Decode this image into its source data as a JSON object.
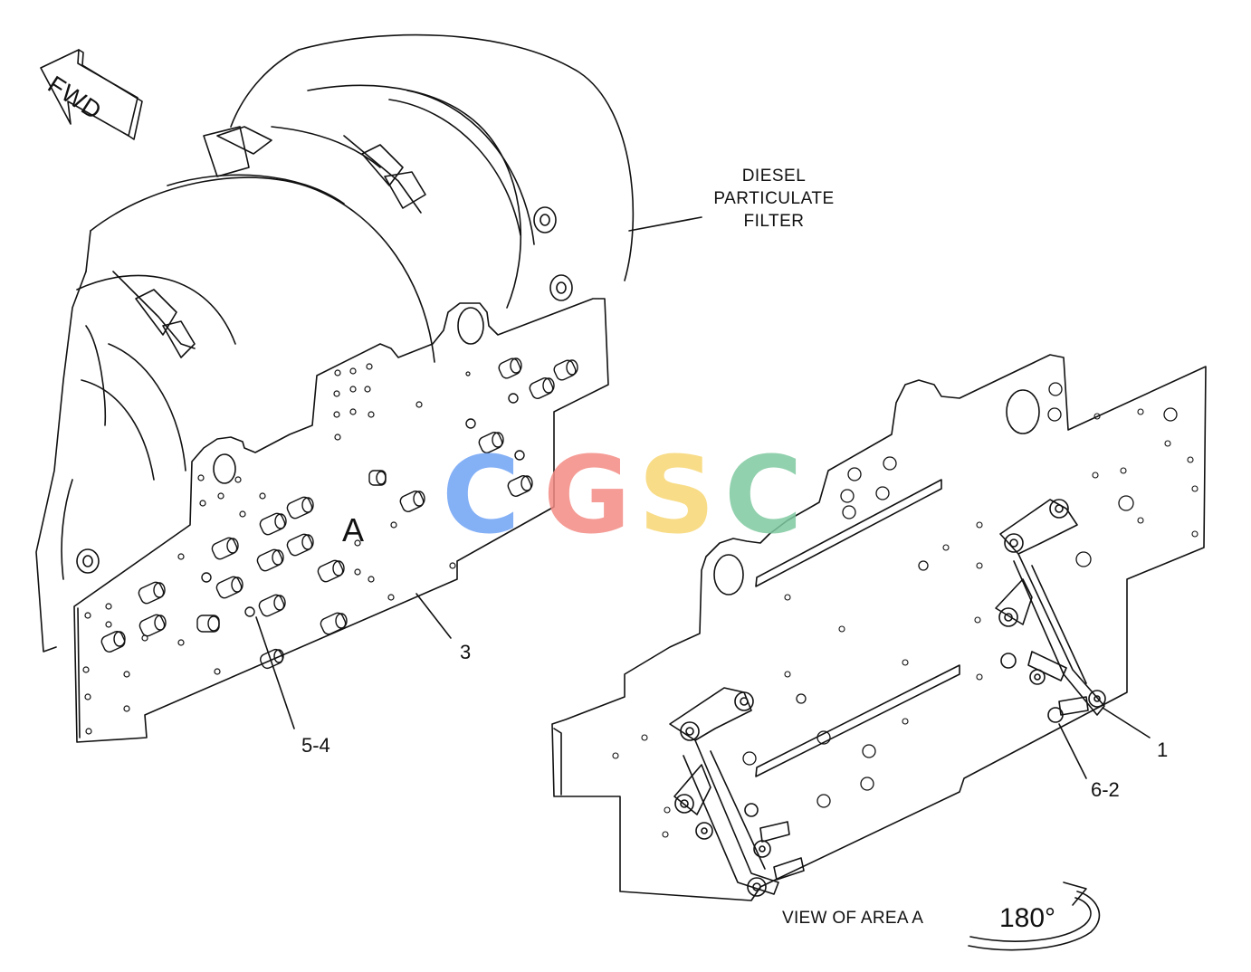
{
  "labels": {
    "fwd": "FWD",
    "dpf_line1": "DIESEL",
    "dpf_line2": "PARTICULATE",
    "dpf_line3": "FILTER",
    "area_letter": "A",
    "callout_3": "3",
    "callout_5_4": "5-4",
    "callout_1": "1",
    "callout_6_2": "6-2",
    "view_caption": "VIEW OF AREA  A",
    "rotation": "180°"
  },
  "watermark": {
    "letters": [
      "C",
      "G",
      "S",
      "C"
    ],
    "colors": [
      "#6fa3f5",
      "#f48b84",
      "#f7d774",
      "#7fc9a1"
    ]
  },
  "colors": {
    "line": "#111111",
    "background": "#ffffff"
  }
}
